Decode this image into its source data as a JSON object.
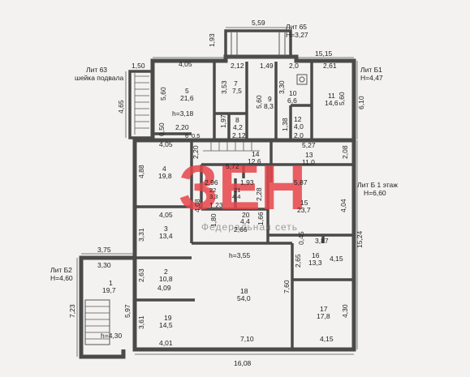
{
  "watermark": {
    "logo": "ЗЕН",
    "caption": "Федеральная сеть"
  },
  "annexes": {
    "lit65": {
      "name": "Лит 65",
      "height": "H=3,27"
    },
    "lit63": {
      "name": "Лит 63",
      "sub": "шейка подвала"
    },
    "litB1": {
      "name": "Лит Б1",
      "height": "H=4,47"
    },
    "litB": {
      "name": "Лит Б  1 этаж",
      "height": "H=6,60"
    },
    "litB2": {
      "name": "Лит Б2",
      "height": "H=4,60"
    }
  },
  "heights": {
    "h318": "h=3,18",
    "h355": "h=3,55",
    "h430": "h=4,30"
  },
  "rooms": [
    {
      "num": "5",
      "area": "21,6"
    },
    {
      "num": "7",
      "area": "7,5"
    },
    {
      "num": "9",
      "area": "8,3"
    },
    {
      "num": "10",
      "area": "6,6"
    },
    {
      "num": "11",
      "area": "14,6"
    },
    {
      "num": "8",
      "area": "4,2"
    },
    {
      "num": "12",
      "area": "4,0"
    },
    {
      "num": "14",
      "area": "12,6"
    },
    {
      "num": "13",
      "area": "11,0"
    },
    {
      "num": "4",
      "area": "19,8"
    },
    {
      "num": "22",
      "area": "3,3"
    },
    {
      "num": "21",
      "area": "4,4"
    },
    {
      "num": "15",
      "area": "23,7"
    },
    {
      "num": "20",
      "area": "4,4"
    },
    {
      "num": "3",
      "area": "13,4"
    },
    {
      "num": "16",
      "area": "13,3"
    },
    {
      "num": "2",
      "area": "10,8"
    },
    {
      "num": "1",
      "area": "19,7"
    },
    {
      "num": "18",
      "area": "54,0"
    },
    {
      "num": "17",
      "area": "17,8"
    },
    {
      "num": "19",
      "area": "14,5"
    },
    {
      "num": "6",
      "area": "0,5"
    }
  ],
  "dims": {
    "d559": "5,59",
    "d193a": "1,93",
    "d1515": "15,15",
    "d150": "1,50",
    "d405a": "4,05",
    "d212a": "2,12",
    "d149": "1,49",
    "d20a": "2,0",
    "d261": "2,61",
    "d465": "4,65",
    "d560a": "5,60",
    "d353": "3,53",
    "d560b": "5,60",
    "d330a": "3,30",
    "d560c": "5,60",
    "d610": "6,10",
    "d050": "0,50",
    "d220": "2,20",
    "d197": "1,97",
    "d212b": "2,12",
    "d138": "1,38",
    "d20b": "2,0",
    "d405b": "4,05",
    "d220b": "2,20",
    "d527": "5,27",
    "d208": "2,08",
    "d572": "5,72",
    "d488": "4,88",
    "d296": "2,96",
    "d193b": "1,93",
    "d587": "5,87",
    "d228": "2,28",
    "d123": "1,23",
    "d408": "4,08",
    "d180": "1,80",
    "d166": "1,66",
    "d404": "4,04",
    "d405c": "4,05",
    "d266": "2,66",
    "d1524": "15,24",
    "d331": "3,31",
    "d387": "3,87",
    "d045": "0,45",
    "d375": "3,75",
    "d265": "2,65",
    "d415a": "4,15",
    "d330b": "3,30",
    "d263": "2,63",
    "d409": "4,09",
    "d760": "7,60",
    "d723": "7,23",
    "d597": "5,97",
    "d361": "3,61",
    "d430": "4,30",
    "d401": "4,01",
    "d710": "7,10",
    "d415b": "4,15",
    "d1608": "16,08"
  }
}
